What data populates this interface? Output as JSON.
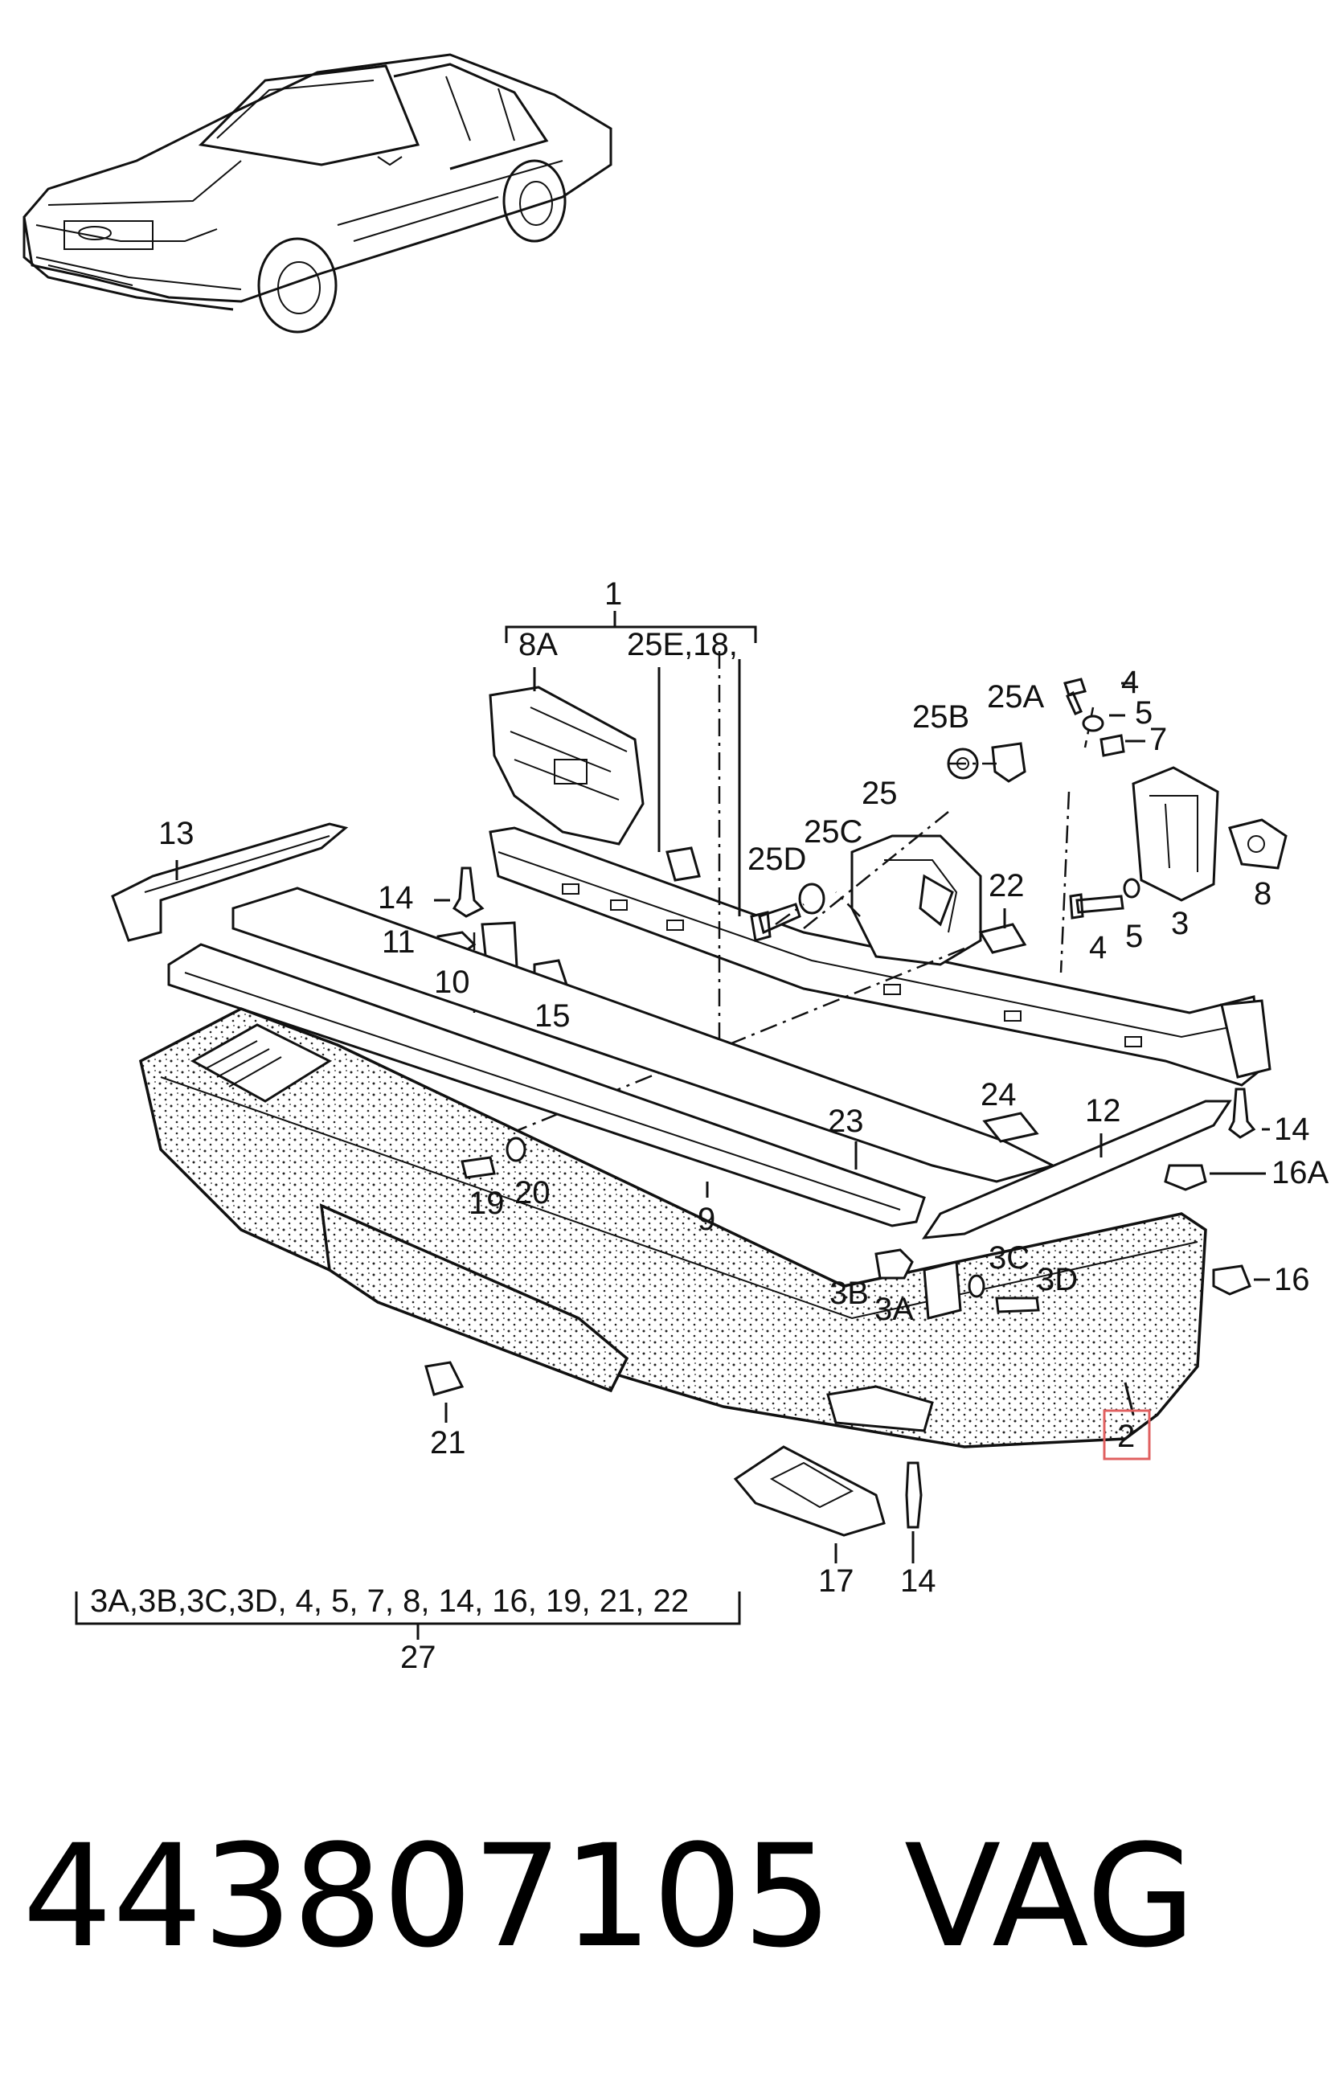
{
  "callouts": {
    "c1": "1",
    "c8A": "8A",
    "c25E18": "25E,18,",
    "c25B": "25B",
    "c25A": "25A",
    "c4a": "4",
    "c5a": "5",
    "c7": "7",
    "c25": "25",
    "c25C": "25C",
    "c25D": "25D",
    "c13": "13",
    "c14a": "14",
    "c22": "22",
    "c8b": "8",
    "c3": "3",
    "c4b": "4",
    "c5b": "5",
    "c11": "11",
    "c10": "10",
    "c15": "15",
    "c23": "23",
    "c24": "24",
    "c12": "12",
    "c14b": "14",
    "c16A": "16A",
    "c19": "19",
    "c20": "20",
    "c9": "9",
    "c3C": "3C",
    "c3D": "3D",
    "c3B": "3B",
    "c3A": "3A",
    "c16": "16",
    "c21": "21",
    "c2": "2",
    "c17": "17",
    "c14c": "14",
    "c27": "27"
  },
  "kit_list": "3A,3B,3C,3D, 4,  5,  7,  8,  14,  16,  19,  21,  22",
  "part_number": "443807105",
  "brand": "VAG",
  "colors": {
    "line": "#111111",
    "highlight": "#e06060",
    "background": "#ffffff"
  }
}
